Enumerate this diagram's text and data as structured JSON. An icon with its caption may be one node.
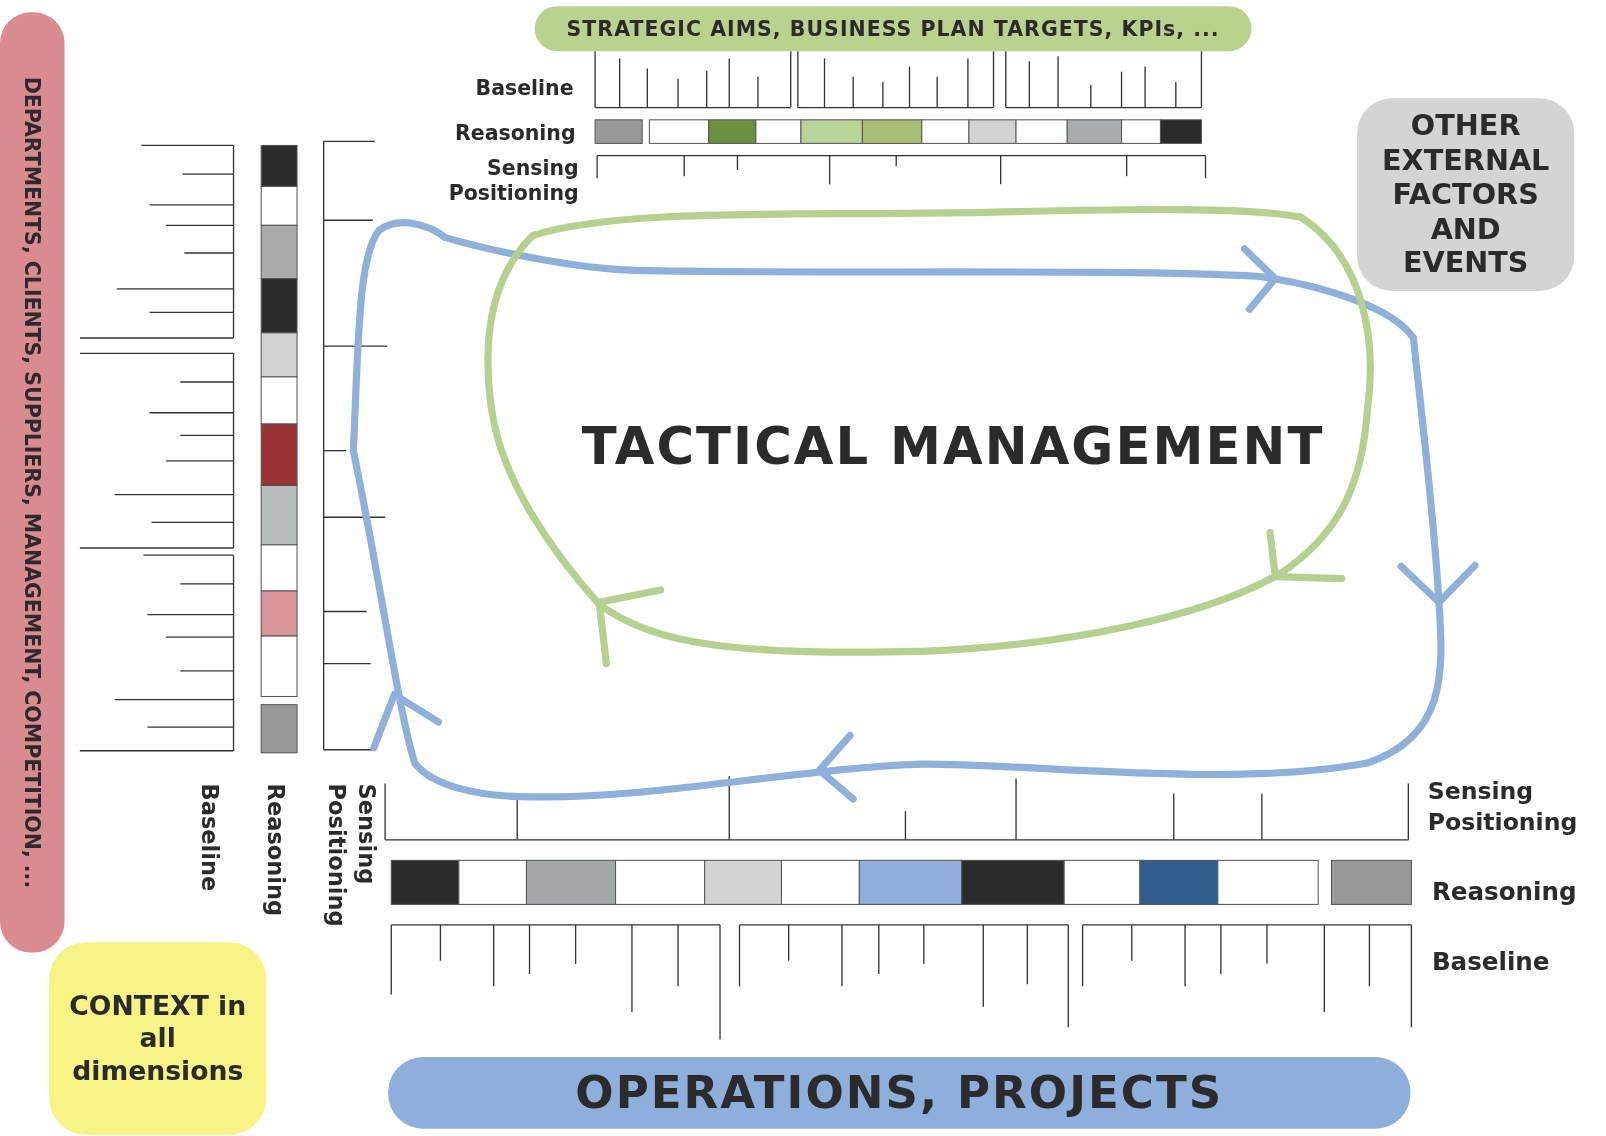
{
  "diagram": {
    "nodes": [
      {
        "text": [
          "STRATEGIC AIMS, BUSINESS PLAN TARGETS, KPIs, ..."
        ]
      },
      {
        "text": [
          "OTHER EXTERNAL FACTORS AND EVENTS"
        ]
      },
      {
        "text": [
          "DEPARTMENTS, CLIENTS, SUPPLIERS, MANAGEMENT, COMPETITION, ..."
        ]
      },
      {
        "text": [
          "CONTEXT in all dimensions"
        ]
      },
      {
        "text": [
          "OPERATIONS, PROJECTS"
        ]
      }
    ],
    "labels": [
      "Baseline",
      "Reasoning",
      "Sensing Positioning",
      "Baseline",
      "Reasoning",
      "Sensing Positioning",
      "TACTICAL MANAGEMENT",
      "Sensing Positioning",
      "Reasoning",
      "Baseline"
    ]
  }
}
